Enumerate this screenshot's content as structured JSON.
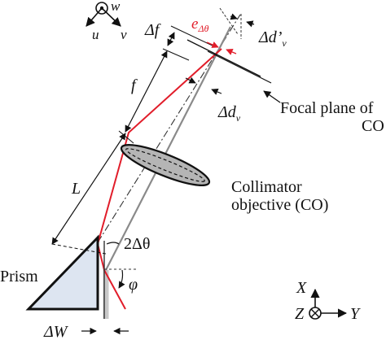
{
  "labels": {
    "delta_f": "Δf",
    "e_dtheta_main": "e",
    "e_dtheta_sub": "Δθ",
    "delta_dv_prime_main": "Δd’",
    "delta_dv_prime_sub": "v",
    "f": "f",
    "delta_dv_main": "Δd",
    "delta_dv_sub": "v",
    "focal_plane_line1": "Focal plane of",
    "focal_plane_line2": "CO",
    "L": "L",
    "collimator_line1": "Collimator",
    "collimator_line2": "objective (CO)",
    "two_delta_theta": "2Δθ",
    "prism": "Prism",
    "phi": "φ",
    "delta_W": "ΔW"
  },
  "top_axes": {
    "w": "w",
    "u": "u",
    "v": "v"
  },
  "bottom_axes": {
    "X": "X",
    "Z": "Z",
    "Y": "Y"
  },
  "colors": {
    "ray_red": "#e11d2a",
    "ray_gray": "#8a8a8a",
    "prism_fill": "#dde5f1",
    "lens_fill": "#b5b5b5"
  }
}
